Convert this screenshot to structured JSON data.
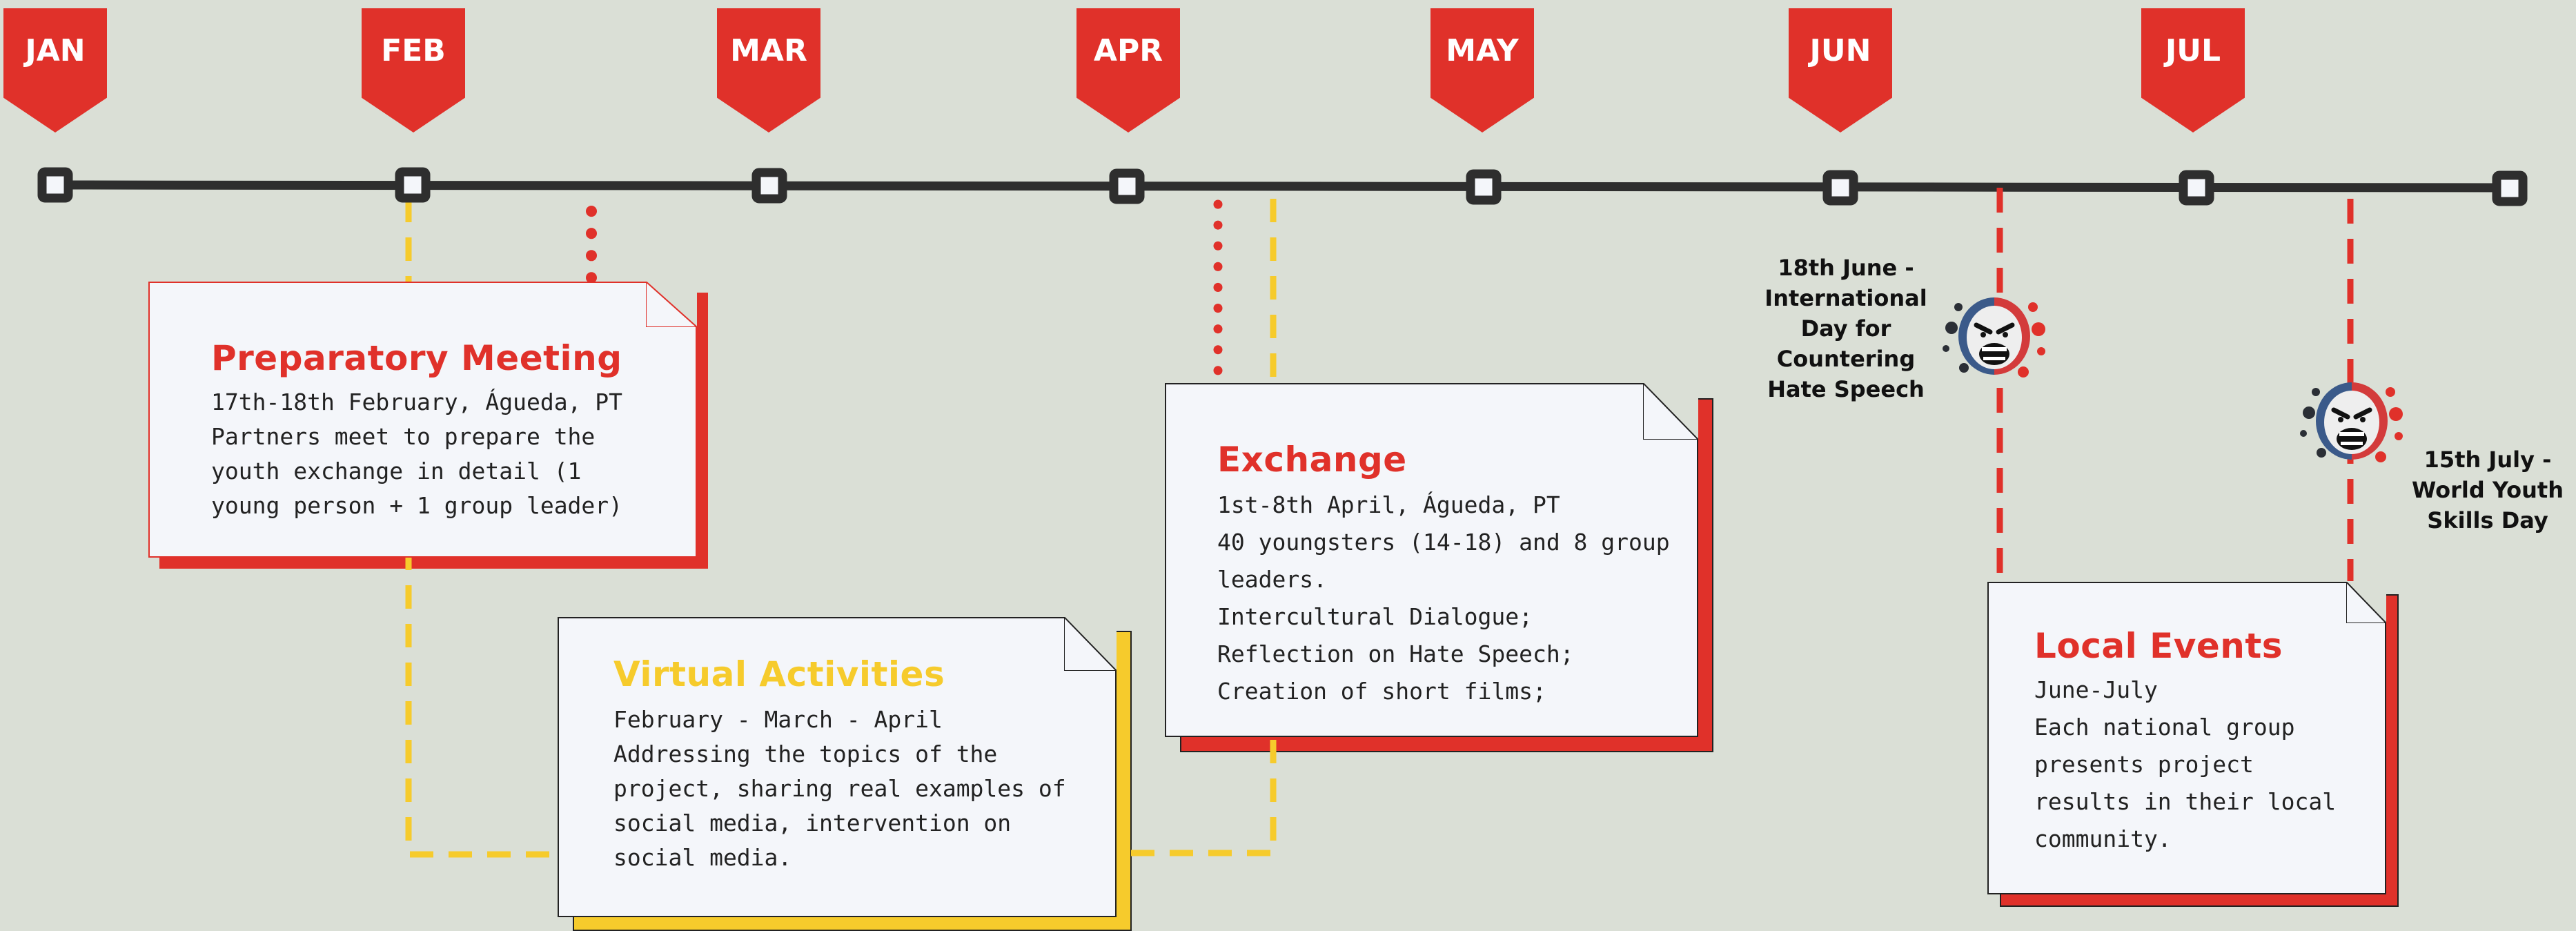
{
  "months": [
    "JAN",
    "FEB",
    "MAR",
    "APR",
    "MAY",
    "JUN",
    "JUL"
  ],
  "cards": {
    "preparatory": {
      "title": "Preparatory Meeting",
      "text": "17th-18th February, Águeda, PT\nPartners meet to prepare the\nyouth exchange in detail (1\nyoung person + 1 group leader)"
    },
    "virtual": {
      "title": "Virtual Activities",
      "text": "February - March - April\nAddressing the topics of the\nproject, sharing real examples of\nsocial media, intervention on\nsocial media."
    },
    "exchange": {
      "title": "Exchange",
      "text": "1st-8th April, Águeda, PT\n40 youngsters (14-18) and 8 group\nleaders.\nIntercultural Dialogue;\nReflection on Hate Speech;\nCreation of short films;"
    },
    "local": {
      "title": "Local Events",
      "text": "June-July\nEach national group\npresents project\nresults in their local\ncommunity."
    }
  },
  "notes": {
    "june": "18th June -\nInternational\nDay for\nCountering\nHate Speech",
    "july": "15th July -\nWorld Youth\nSkills Day"
  },
  "colors": {
    "red": "#e0312a",
    "yellow": "#f6cb2c",
    "line": "#2e2e2e",
    "card": "#f4f6fa"
  },
  "icons": [
    "angry-face-icon"
  ]
}
